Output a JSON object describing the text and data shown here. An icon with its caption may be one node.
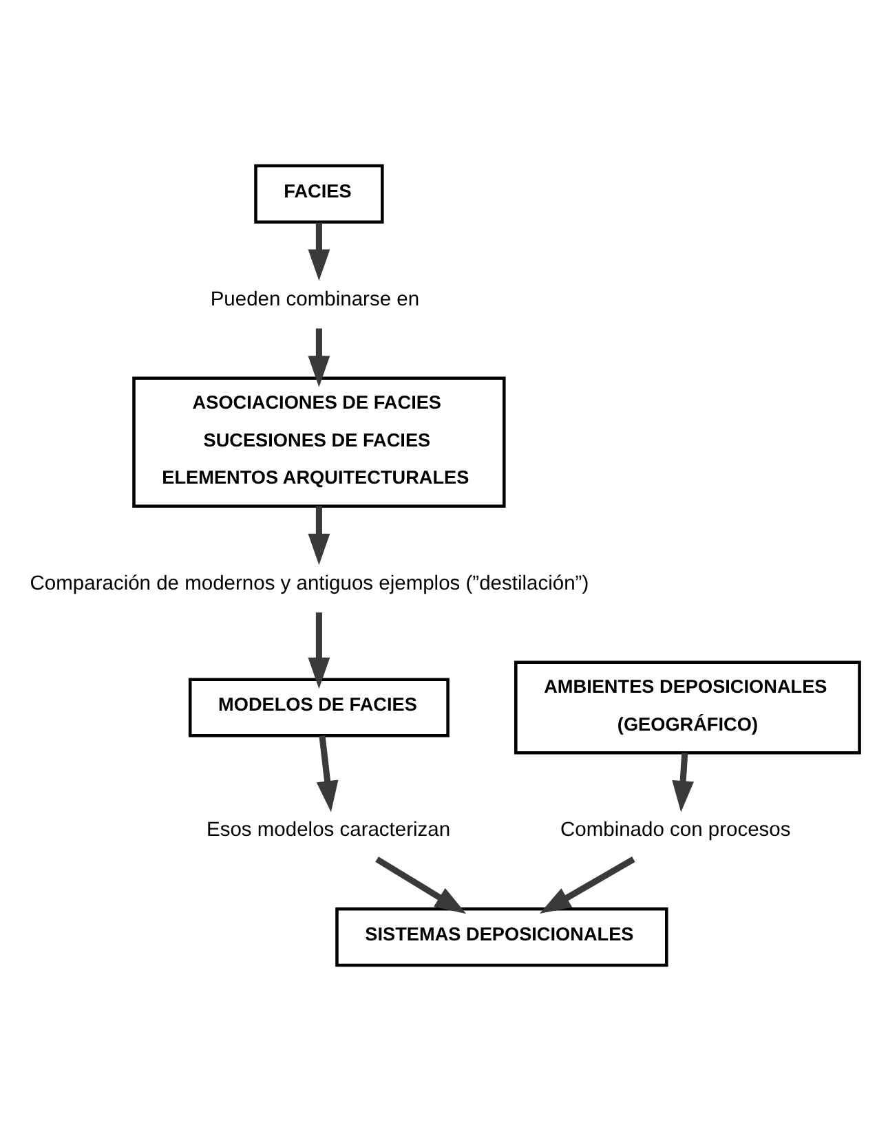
{
  "diagram": {
    "nodes": [
      {
        "text": [
          "FACIES"
        ]
      },
      {
        "text": [
          "Pueden combinarse en"
        ]
      },
      {
        "text": [
          "ASOCIACIONES DE FACIES",
          "SUCESIONES DE FACIES",
          "ELEMENTOS ARQUITECTURALES"
        ]
      },
      {
        "text": [
          "Comparación de modernos y antiguos ejemplos (”destilación”)"
        ]
      },
      {
        "text": [
          "MODELOS DE FACIES"
        ]
      },
      {
        "text": [
          "Esos modelos caracterizan"
        ]
      },
      {
        "text": [
          "AMBIENTES DEPOSICIONALES",
          "(GEOGRÁFICO)"
        ]
      },
      {
        "text": [
          "Combinado con procesos"
        ]
      },
      {
        "text": [
          "SISTEMAS DEPOSICIONALES"
        ]
      }
    ],
    "edges": [
      {
        "from": 0,
        "to": 1,
        "arrow": "to"
      },
      {
        "from": 1,
        "to": 2,
        "arrow": "to"
      },
      {
        "from": 2,
        "to": 3,
        "arrow": "to"
      },
      {
        "from": 3,
        "to": 4,
        "arrow": "to"
      },
      {
        "from": 4,
        "to": 5,
        "arrow": "to"
      },
      {
        "from": 5,
        "to": 8,
        "arrow": "to"
      },
      {
        "from": 6,
        "to": 7,
        "arrow": "to"
      },
      {
        "from": 7,
        "to": 8,
        "arrow": "to"
      }
    ]
  }
}
